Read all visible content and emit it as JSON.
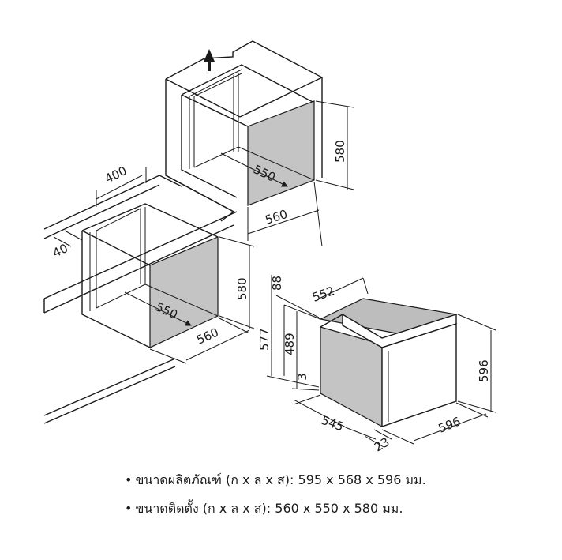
{
  "dimensions": {
    "upper_niche": {
      "width": "560",
      "depth": "550",
      "height": "580"
    },
    "lower_niche": {
      "width": "560",
      "depth": "550",
      "height": "580",
      "cabinet_depth": "400",
      "gap": "40"
    },
    "oven": {
      "width": "596",
      "depth": "552",
      "height": "596",
      "body_depth": "545",
      "door": "23",
      "top_offset": "88",
      "total_height": "577",
      "cavity_height": "489",
      "bottom_gap": "3"
    }
  },
  "specs": [
    {
      "bullet": "•",
      "text": "ขนาดผลิตภัณฑ์ (ก x ล x ส): 595 x 568 x 596 มม."
    },
    {
      "bullet": "•",
      "text": "ขนาดติดตั้ง (ก x ล x ส): 560 x 550 x 580 มม."
    }
  ]
}
